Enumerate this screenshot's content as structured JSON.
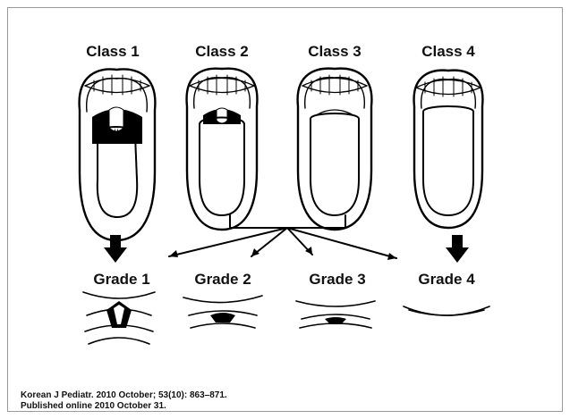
{
  "classes": [
    "Class  1",
    "Class  2",
    "Class  3",
    "Class  4"
  ],
  "grades": [
    "Grade 1",
    "Grade 2",
    "Grade 3",
    "Grade 4"
  ],
  "citation": {
    "line1": "Korean J Pediatr. 2010 October; 53(10): 863–871.",
    "line2": "Published online 2010 October 31."
  }
}
